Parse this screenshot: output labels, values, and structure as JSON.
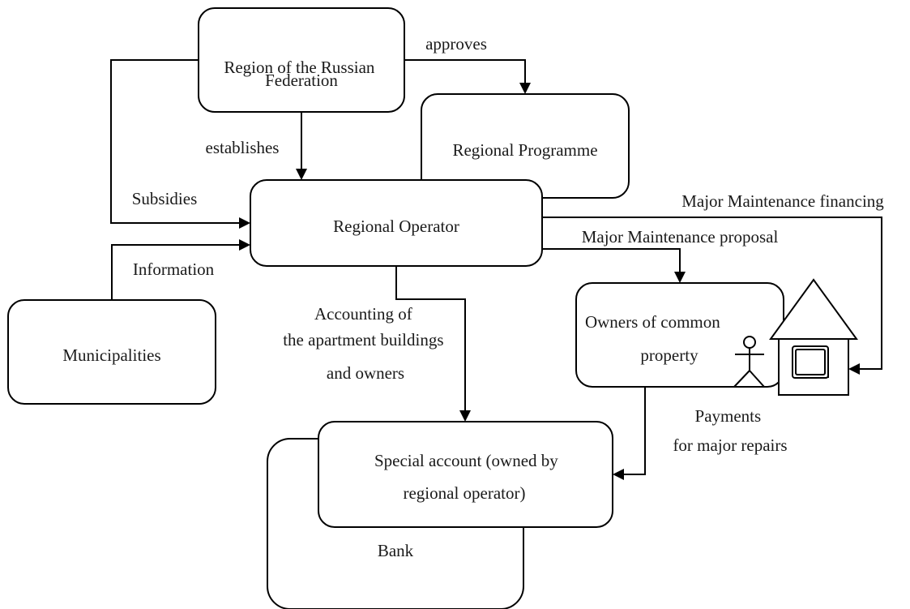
{
  "nodes": {
    "region": [
      "Region of the Russian",
      "Federation"
    ],
    "programme": "Regional Programme",
    "operator": "Regional Operator",
    "municipalities": "Municipalities",
    "owners": [
      "Owners of common",
      "property"
    ],
    "special_account": [
      "Special account (owned by",
      "regional operator)"
    ],
    "bank": "Bank"
  },
  "edges": {
    "approves": "approves",
    "establishes": "establishes",
    "subsidies": "Subsidies",
    "information": "Information",
    "accounting": [
      "Accounting of",
      "the apartment buildings",
      "and owners"
    ],
    "financing": "Major Maintenance financing",
    "proposal": "Major Maintenance proposal",
    "payments": [
      "Payments",
      "for major repairs"
    ]
  }
}
